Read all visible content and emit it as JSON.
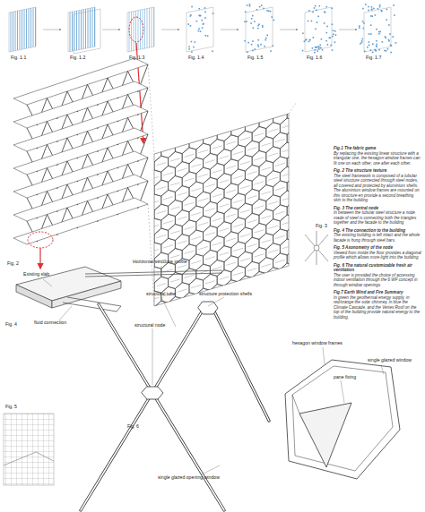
{
  "diagram": {
    "labels": [
      "Fig. 1.1",
      "Fig. 1.2",
      "Fig. 1.3",
      "Fig. 1.4",
      "Fig. 1.5",
      "Fig. 1.6",
      "Fig. 1.7",
      "Fig.1",
      "The fabric game",
      "By replacing the existing linear structure with a triangular one, the hexagon window frames can fit one on each other, one after each other.",
      "Fig. 2",
      "The structure texture",
      "The steel framework is composed of a tubular steel structure connected through steel nodes, all covered and protected by aluminium shells.",
      "The aluminium window frames are mounted on this structure en provide a second breathing skin to the building",
      "Fig. 3",
      "The central node",
      "In between the tubular steel structure a node made of steel is connecting both the triangles together and the facade to the building",
      "Fig. 4",
      "The connection to the building",
      "The existing building is left intact and the whole facade is hung through steel bars.",
      "Fig. 5",
      "Axonometry of the node",
      "Viewed from inside the floor provides a diagonal profile which allows more light into the building",
      "Fig. 6",
      "The natural customizable fresh air ventilation",
      "The user is provided the choice of accessing indoor ventilation through the 6 WF concept in through window openings.",
      "Fig.7",
      "Earth Wind and Fire Summary",
      "In green the geothermal energy supply, in red/orange the solar chimney, in blue the Climate Cascade, and the Vertex Roof on the top of the building provide natural energy to the building.",
      "Fig. 2",
      "Fig. 3",
      "Fig. 4",
      "Existing slab",
      "fluid connection",
      "Horizontal structure profile",
      "structural tube",
      "structure protection shells",
      "structural node",
      "Fig. 5",
      "Fig. 6",
      "single glazed opening window",
      "hexagon window frames",
      "single glazed window",
      "pane fixing"
    ]
  }
}
